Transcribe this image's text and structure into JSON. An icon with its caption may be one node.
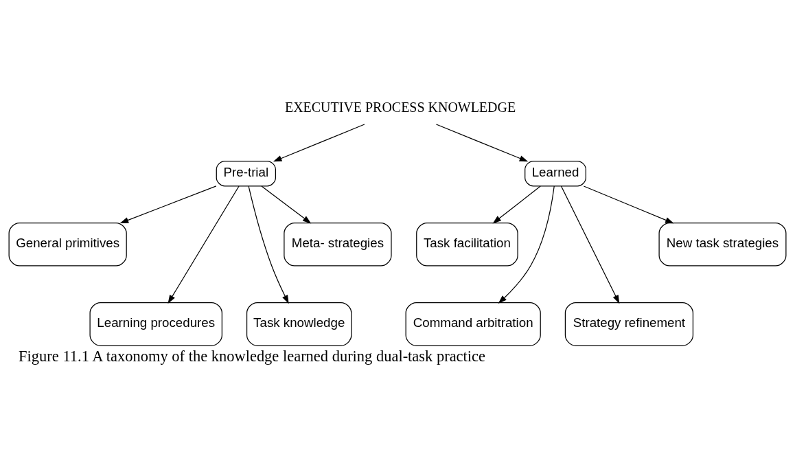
{
  "diagram": {
    "caption": "Figure 11.1 A taxonomy of the knowledge learned during dual-task practice",
    "nodes": [
      {
        "text": [
          "EXECUTIVE PROCESS KNOWLEDGE"
        ]
      },
      {
        "text": [
          "Pre-trial"
        ]
      },
      {
        "text": [
          "Learned"
        ]
      },
      {
        "text": [
          "General primitives"
        ]
      },
      {
        "text": [
          "Learning procedures"
        ]
      },
      {
        "text": [
          "Task knowledge"
        ]
      },
      {
        "text": [
          "Meta- strategies"
        ]
      },
      {
        "text": [
          "Task facilitation"
        ]
      },
      {
        "text": [
          "Command arbitration"
        ]
      },
      {
        "text": [
          "Strategy refinement"
        ]
      },
      {
        "text": [
          "New task strategies"
        ]
      }
    ],
    "edges": [
      {
        "from": 0,
        "to": 1,
        "arrow": "to"
      },
      {
        "from": 0,
        "to": 2,
        "arrow": "to"
      },
      {
        "from": 1,
        "to": 3,
        "arrow": "to"
      },
      {
        "from": 1,
        "to": 4,
        "arrow": "to"
      },
      {
        "from": 1,
        "to": 5,
        "arrow": "to"
      },
      {
        "from": 1,
        "to": 6,
        "arrow": "to"
      },
      {
        "from": 2,
        "to": 7,
        "arrow": "to"
      },
      {
        "from": 2,
        "to": 8,
        "arrow": "to"
      },
      {
        "from": 2,
        "to": 9,
        "arrow": "to"
      },
      {
        "from": 2,
        "to": 10,
        "arrow": "to"
      }
    ]
  }
}
